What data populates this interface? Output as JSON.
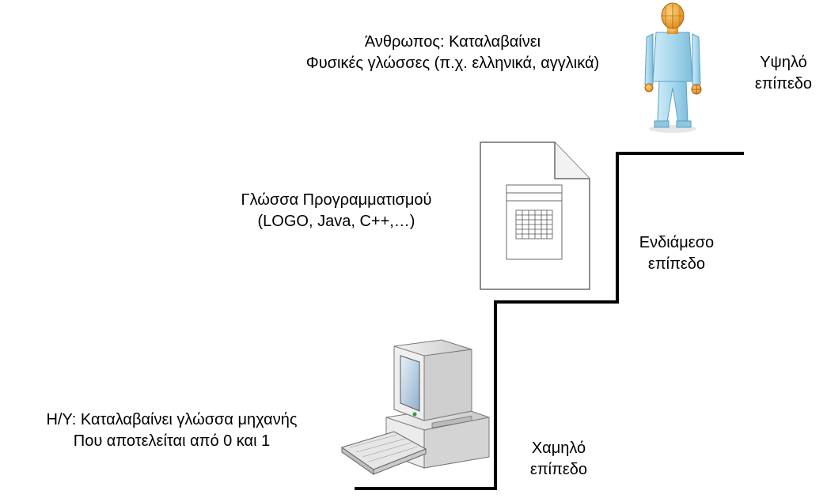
{
  "human": {
    "line1": "Άνθρωπος: Καταλαβαίνει",
    "line2": "Φυσικές γλώσσες (π.χ. ελληνικά, αγγλικά)",
    "icon": "person-icon"
  },
  "programming": {
    "line1": "Γλώσσα Προγραμματισμού",
    "line2": "(LOGO, Java, C++,…)",
    "icon": "document-icon"
  },
  "computer": {
    "line1": "Η/Υ: Καταλαβαίνει γλώσσα μηχανής",
    "line2": "Που αποτελείται από 0 και 1",
    "icon": "computer-icon"
  },
  "levels": {
    "high": {
      "line1": "Υψηλό",
      "line2": "επίπεδο"
    },
    "middle": {
      "line1": "Ενδιάμεσο",
      "line2": "επίπεδο"
    },
    "low": {
      "line1": "Χαμηλό",
      "line2": "επίπεδο"
    }
  },
  "colors": {
    "stairs": "#000000",
    "person_body": "#a8d8ee",
    "person_head": "#f0a030",
    "computer_body": "#e4e4e4"
  }
}
